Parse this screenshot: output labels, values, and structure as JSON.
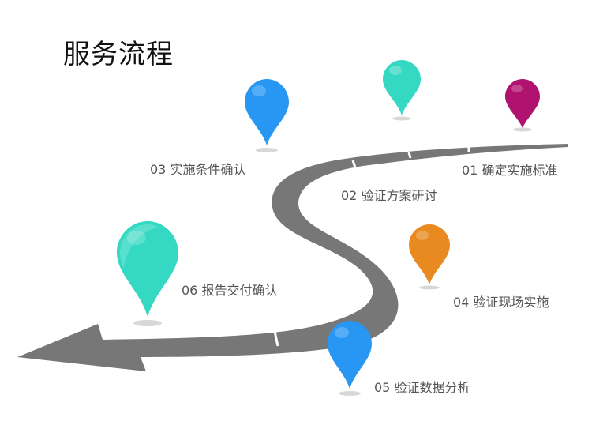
{
  "title": "服务流程",
  "colors": {
    "road": "#777777",
    "road_dash": "#ffffff",
    "step_01": "#b0126f",
    "step_02": "#35d8c2",
    "step_03": "#2897f3",
    "step_04": "#e88a1f",
    "step_05": "#2897f3",
    "step_06": "#35d8c2"
  },
  "steps": [
    {
      "label": "01  确定实施标准",
      "icon": "location-pin-icon",
      "color": "#b0126f"
    },
    {
      "label": "02  验证方案研讨",
      "icon": "location-pin-icon",
      "color": "#35d8c2"
    },
    {
      "label": "03  实施条件确认",
      "icon": "location-pin-icon",
      "color": "#2897f3"
    },
    {
      "label": "04  验证现场实施",
      "icon": "location-pin-icon",
      "color": "#e88a1f"
    },
    {
      "label": "05  验证数据分析",
      "icon": "location-pin-icon",
      "color": "#2897f3"
    },
    {
      "label": "06  报告交付确认",
      "icon": "location-pin-icon",
      "color": "#35d8c2"
    }
  ]
}
